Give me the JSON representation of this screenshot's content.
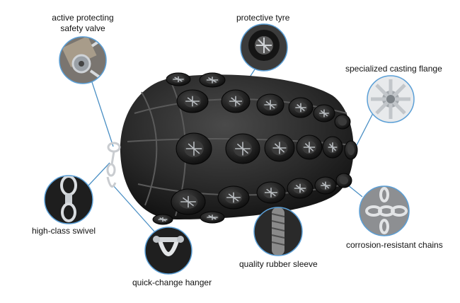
{
  "labels": {
    "safety_valve": [
      "active protecting",
      "safety valve"
    ],
    "protective_tyre": "protective tyre",
    "casting_flange": "specialized casting flange",
    "swivel": "high-class swivel",
    "chains": "corrosion-resistant chains",
    "rubber_sleeve": "quality rubber sleeve",
    "hanger": "quick-change hanger"
  },
  "colors": {
    "callout_line": "#4a8fc4",
    "circle_border": "#5b9fd6",
    "fender_body": "#2a2a2a",
    "tyre": "#1a1a1a",
    "chain": "#b8bcc0",
    "background": "#ffffff"
  },
  "icons": [
    "valve-icon",
    "tyre-icon",
    "flange-icon",
    "swivel-icon",
    "chains-icon",
    "sleeve-icon",
    "shackle-icon"
  ]
}
